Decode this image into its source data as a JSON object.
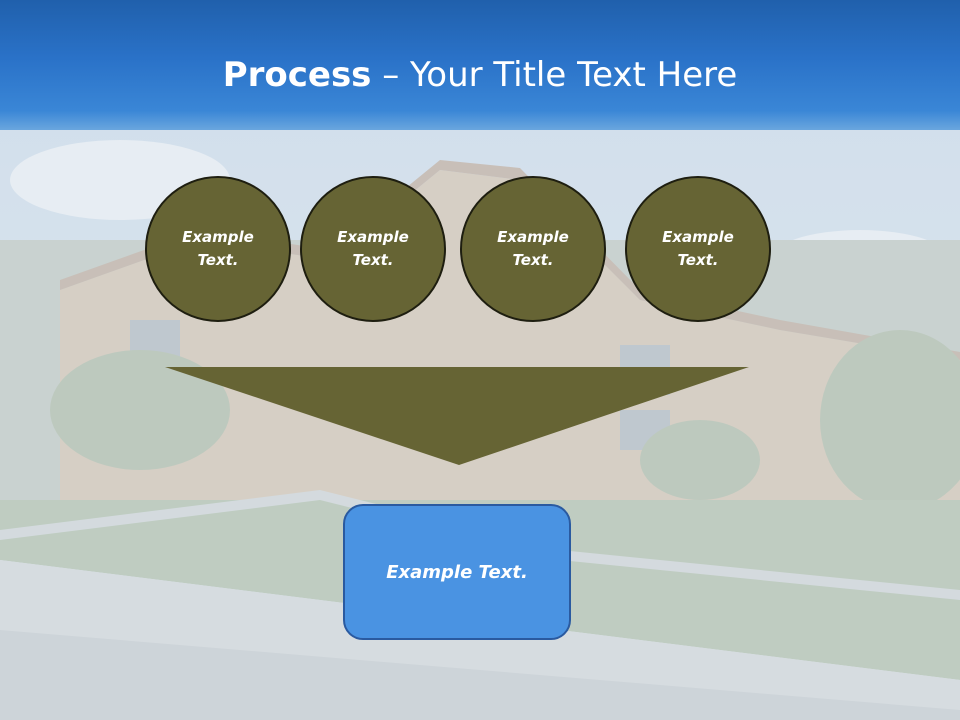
{
  "slide": {
    "title_strong": "Process",
    "title_rest": " – Your Title Text Here",
    "circles": [
      {
        "label": "Example Text."
      },
      {
        "label": "Example Text."
      },
      {
        "label": "Example Text."
      },
      {
        "label": "Example Text."
      }
    ],
    "box_label": "Example Text."
  },
  "colors": {
    "header": "#2a72c8",
    "circle_fill": "#666434",
    "funnel_fill": "#666434",
    "box_fill": "#4a93e2"
  }
}
